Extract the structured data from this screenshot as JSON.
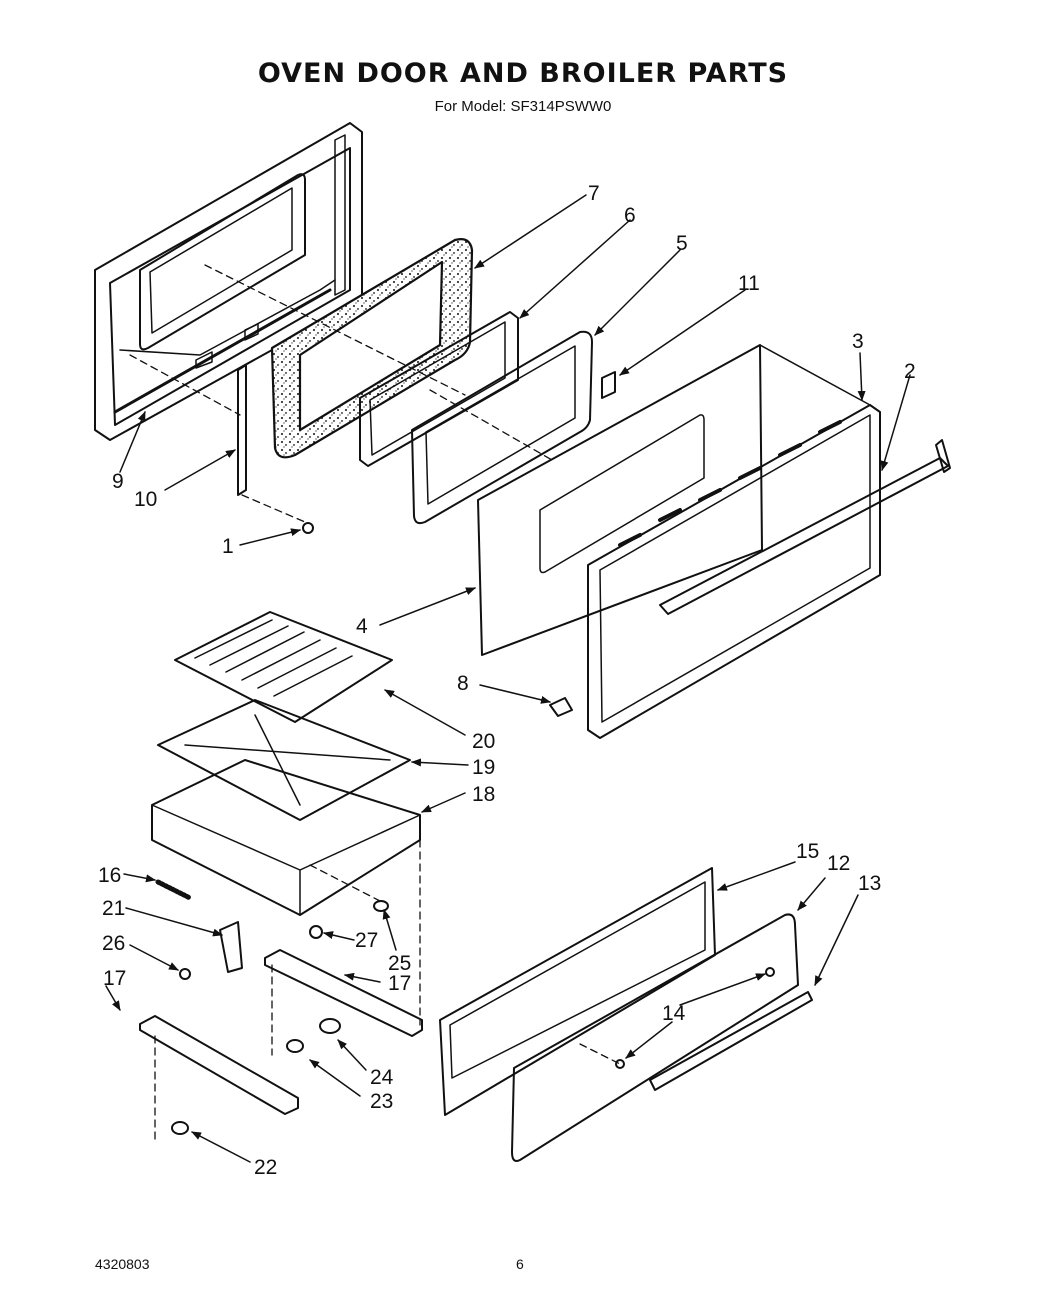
{
  "header": {
    "title": "OVEN DOOR AND BROILER PARTS",
    "subtitle": "For Model: SF314PSWW0"
  },
  "callouts": {
    "c1": "1",
    "c2": "2",
    "c3": "3",
    "c4": "4",
    "c5": "5",
    "c6": "6",
    "c7": "7",
    "c8": "8",
    "c9": "9",
    "c10": "10",
    "c11": "11",
    "c12": "12",
    "c13": "13",
    "c14": "14",
    "c15": "15",
    "c16": "16",
    "c17a": "17",
    "c17b": "17",
    "c18": "18",
    "c19": "19",
    "c20": "20",
    "c21": "21",
    "c22": "22",
    "c23": "23",
    "c24": "24",
    "c25": "25",
    "c26": "26",
    "c27": "27"
  },
  "footer": {
    "doc_number": "4320803",
    "page_number": "6"
  }
}
